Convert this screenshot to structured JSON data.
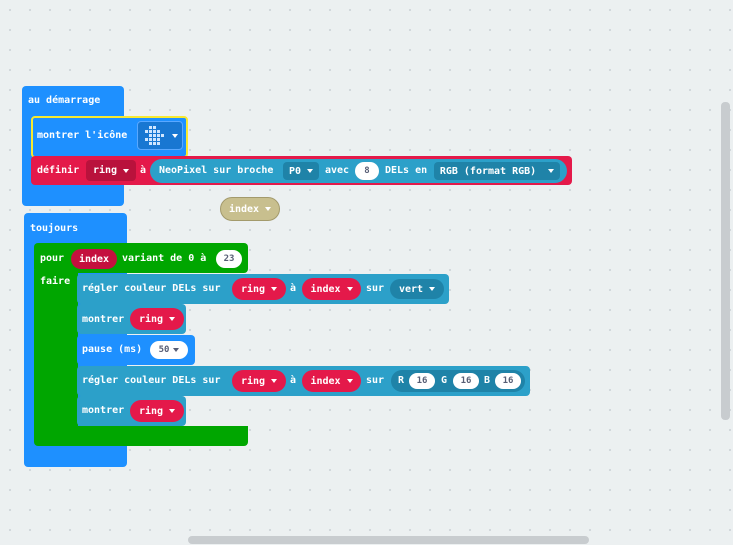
{
  "on_start": {
    "label": "au démarrage",
    "show_icon": {
      "label": "montrer l'icône"
    },
    "define": {
      "label": "définir",
      "variable": "ring",
      "connector": "à",
      "neopixel_label": "NeoPixel sur broche",
      "pin": "P0",
      "with_label": "avec",
      "led_count": "8",
      "leds_label": "DELs en",
      "mode": "RGB (format RGB)"
    }
  },
  "floating_var": "index",
  "forever": {
    "label": "toujours",
    "for_loop": {
      "label": "pour",
      "variable": "index",
      "range_label": "variant de 0 à",
      "max": "23",
      "do_label": "faire"
    },
    "set_color_1": {
      "label": "régler couleur DELs sur",
      "strip": "ring",
      "at": "à",
      "index": "index",
      "on": "sur",
      "color": "vert"
    },
    "show_1": {
      "label": "montrer",
      "strip": "ring"
    },
    "pause": {
      "label": "pause (ms)",
      "value": "50"
    },
    "set_color_2": {
      "label": "régler couleur DELs sur",
      "strip": "ring",
      "at": "à",
      "index": "index",
      "on": "sur",
      "r_label": "R",
      "r": "16",
      "g_label": "G",
      "g": "16",
      "b_label": "B",
      "b": "16"
    },
    "show_2": {
      "label": "montrer",
      "strip": "ring"
    }
  },
  "colors": {
    "workspace": "#ecf0f1",
    "basic": "#1e90ff",
    "variables": "#e4194a",
    "neopixel": "#2ca0c9",
    "loops": "#00a600",
    "selected_outline": "#f7e930"
  }
}
